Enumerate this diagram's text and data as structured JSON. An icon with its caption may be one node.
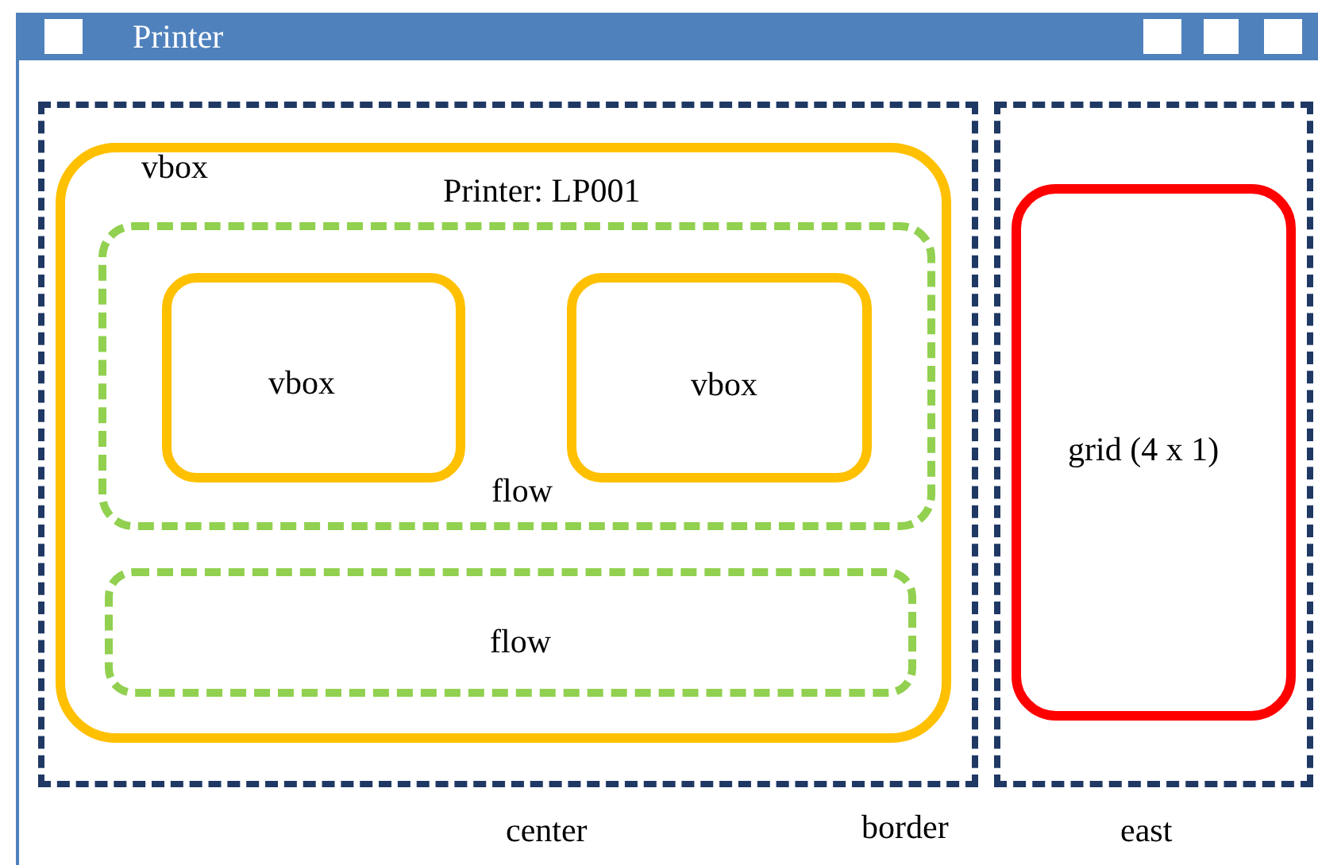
{
  "diagram": {
    "nodes": [
      {
        "text": [
          "Printer"
        ]
      },
      {
        "text": [
          "center"
        ],
        "in": 0
      },
      {
        "text": [
          "vbox",
          "Printer: LP001"
        ],
        "in": 1
      },
      {
        "text": [
          "flow"
        ],
        "in": 2
      },
      {
        "text": [
          "vbox"
        ],
        "in": 3
      },
      {
        "text": [
          "vbox"
        ],
        "in": 3
      },
      {
        "text": [
          "flow"
        ],
        "in": 2
      },
      {
        "text": [
          "east"
        ],
        "in": 0
      },
      {
        "text": [
          "grid (4 x 1)"
        ],
        "in": 7
      }
    ],
    "edges": [],
    "labels": [
      "border"
    ]
  }
}
